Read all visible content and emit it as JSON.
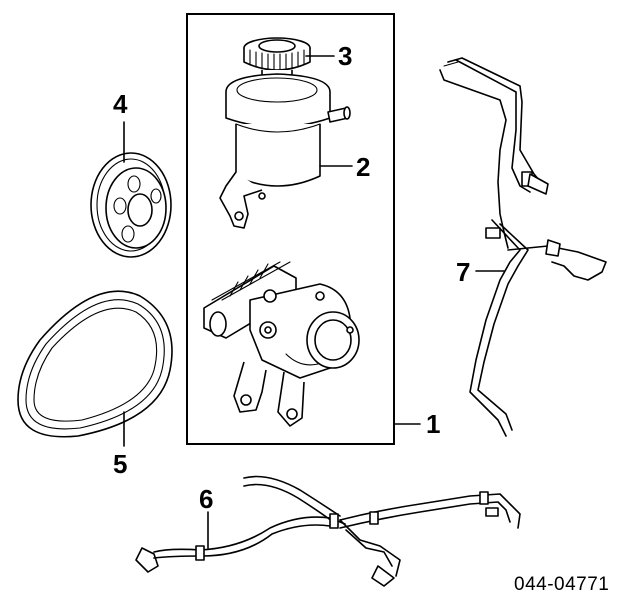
{
  "callouts": [
    {
      "id": "1",
      "text": "1"
    },
    {
      "id": "2",
      "text": "2"
    },
    {
      "id": "3",
      "text": "3"
    },
    {
      "id": "4",
      "text": "4"
    },
    {
      "id": "5",
      "text": "5"
    },
    {
      "id": "6",
      "text": "6"
    },
    {
      "id": "7",
      "text": "7"
    }
  ],
  "diagram_number": "044-04771"
}
